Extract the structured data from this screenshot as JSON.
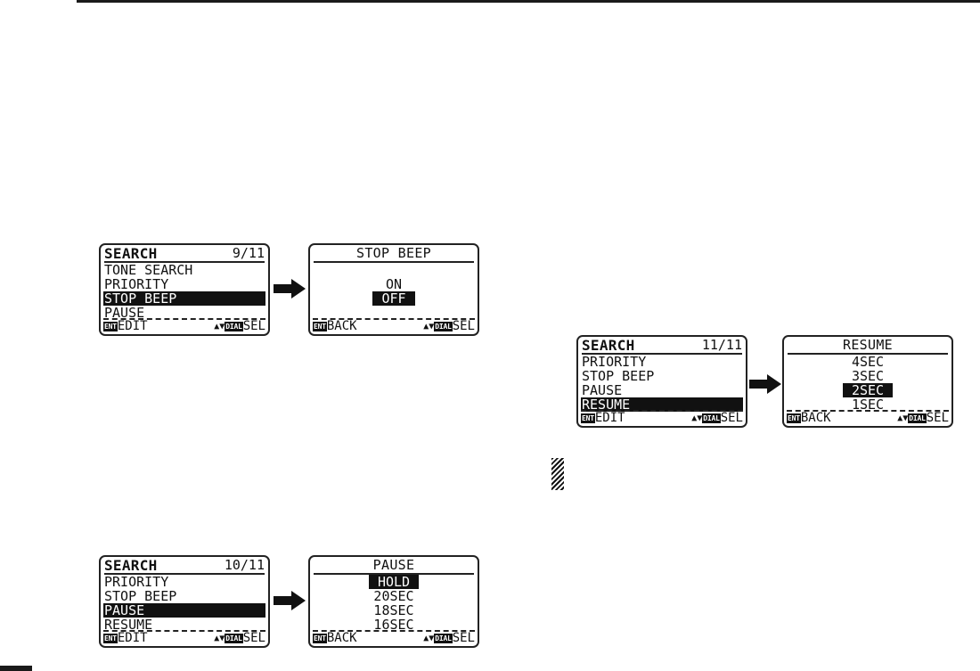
{
  "screens": {
    "stop_beep_menu": {
      "title": "SEARCH",
      "page": "9/11",
      "items": [
        "TONE SEARCH",
        "PRIORITY",
        "STOP BEEP",
        "PAUSE"
      ],
      "selected": 2,
      "footer_key": "ENT",
      "footer_left": "EDIT",
      "footer_dial": "DIAL",
      "footer_right": "SEL"
    },
    "stop_beep_options": {
      "title": "STOP BEEP",
      "options": [
        "",
        "ON",
        "OFF",
        ""
      ],
      "selected": 2,
      "footer_key": "ENT",
      "footer_left": "BACK",
      "footer_dial": "DIAL",
      "footer_right": "SEL"
    },
    "pause_menu": {
      "title": "SEARCH",
      "page": "10/11",
      "items": [
        "PRIORITY",
        "STOP BEEP",
        "PAUSE",
        "RESUME"
      ],
      "selected": 2,
      "footer_key": "ENT",
      "footer_left": "EDIT",
      "footer_dial": "DIAL",
      "footer_right": "SEL"
    },
    "pause_options": {
      "title": "PAUSE",
      "options": [
        "HOLD",
        "20SEC",
        "18SEC",
        "16SEC"
      ],
      "selected": 0,
      "footer_key": "ENT",
      "footer_left": "BACK",
      "footer_dial": "DIAL",
      "footer_right": "SEL"
    },
    "resume_menu": {
      "title": "SEARCH",
      "page": "11/11",
      "items": [
        "PRIORITY",
        "STOP BEEP",
        "PAUSE",
        "RESUME"
      ],
      "selected": 3,
      "footer_key": "ENT",
      "footer_left": "EDIT",
      "footer_dial": "DIAL",
      "footer_right": "SEL"
    },
    "resume_options": {
      "title": "RESUME",
      "options": [
        "4SEC",
        "3SEC",
        "2SEC",
        "1SEC"
      ],
      "selected": 2,
      "footer_key": "ENT",
      "footer_left": "BACK",
      "footer_dial": "DIAL",
      "footer_right": "SEL"
    }
  },
  "colors": {
    "ink": "#111111",
    "paper": "#ffffff"
  }
}
